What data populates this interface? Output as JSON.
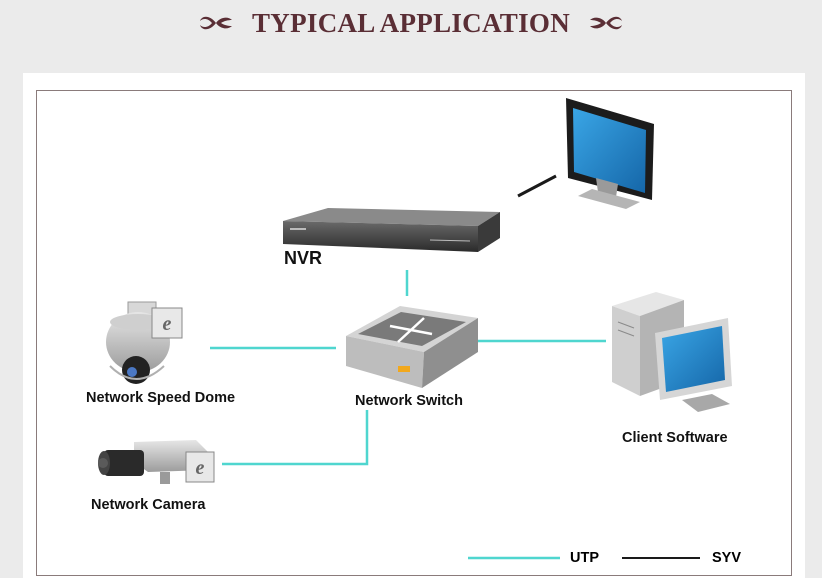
{
  "header": {
    "title": "TYPICAL APPLICATION"
  },
  "devices": {
    "nvr": "NVR",
    "speed_dome": "Network Speed Dome",
    "switch": "Network Switch",
    "camera": "Network Camera",
    "client": "Client Software"
  },
  "legend": {
    "utp": "UTP",
    "syv": "SYV"
  },
  "colors": {
    "utp_line": "#4fd6cf",
    "syv_line": "#1a1a1a",
    "title": "#5a2e35",
    "screen": "#1f86c9"
  },
  "icons": [
    "monitor-icon",
    "nvr-device-icon",
    "network-switch-icon",
    "speed-dome-icon",
    "ie-icon",
    "network-camera-icon",
    "client-pc-icon"
  ]
}
